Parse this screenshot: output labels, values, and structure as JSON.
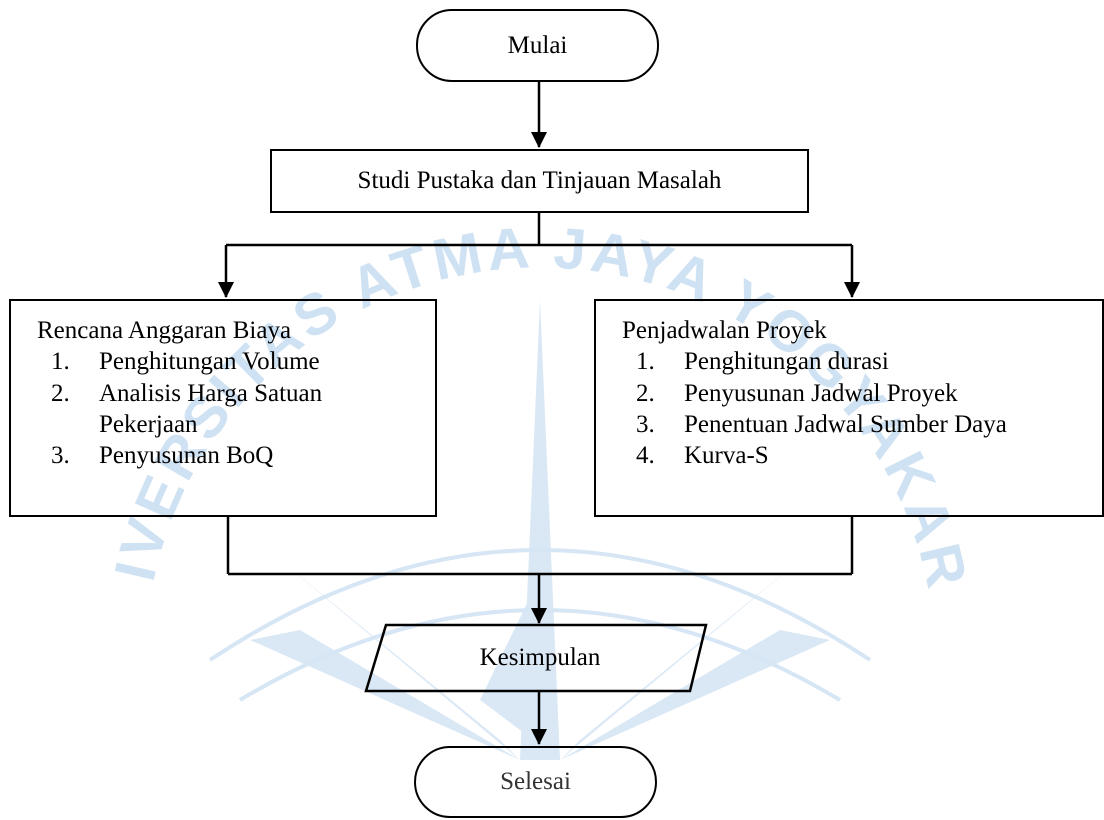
{
  "watermark": {
    "text": "UNIVERSITAS ATMA JAYA YOGYAKARTA",
    "color": "#cfe2f3"
  },
  "flowchart": {
    "start": "Mulai",
    "study": "Studi Pustaka dan Tinjauan Masalah",
    "budget": {
      "title": "Rencana Anggaran Biaya",
      "items": [
        {
          "num": "1.",
          "lines": [
            "Penghitungan Volume"
          ]
        },
        {
          "num": "2.",
          "lines": [
            "Analisis Harga Satuan",
            "Pekerjaan"
          ]
        },
        {
          "num": "3.",
          "lines": [
            "Penyusunan BoQ"
          ]
        }
      ]
    },
    "schedule": {
      "title": "Penjadwalan Proyek",
      "items": [
        {
          "num": "1.",
          "lines": [
            "Penghitungan durasi"
          ]
        },
        {
          "num": "2.",
          "lines": [
            "Penyusunan Jadwal Proyek"
          ]
        },
        {
          "num": "3.",
          "lines": [
            "Penentuan Jadwal Sumber Daya"
          ]
        },
        {
          "num": "4.",
          "lines": [
            "Kurva-S"
          ]
        }
      ]
    },
    "conclusion": "Kesimpulan",
    "end": "Selesai"
  }
}
